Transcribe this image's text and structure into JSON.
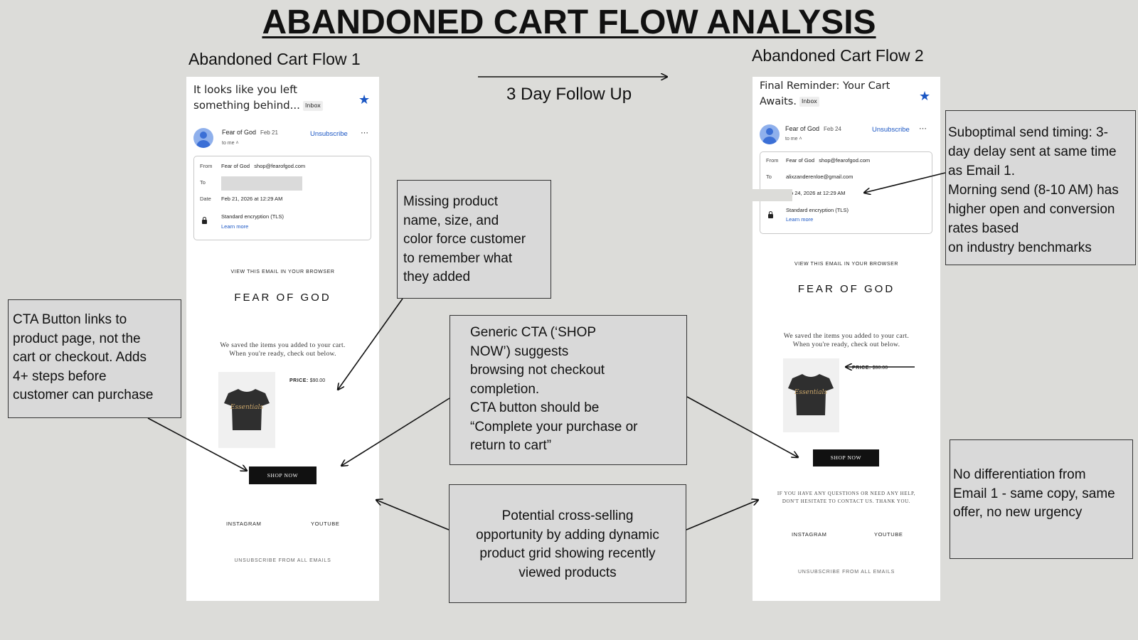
{
  "title": "ABANDONED CART FLOW ANALYSIS",
  "follow_up_label": "3 Day Follow Up",
  "flow1": {
    "heading": "Abandoned Cart Flow 1",
    "subject": "It looks like you left something behind...",
    "inbox_badge": "Inbox",
    "sender": "Fear of God",
    "sender_date": "Feb 21",
    "to_me": "to me",
    "unsubscribe": "Unsubscribe",
    "details": {
      "from_label": "From",
      "from_name": "Fear of God",
      "from_email": "shop@fearofgod.com",
      "to_label": "To",
      "date_label": "Date",
      "date_value": "Feb 21, 2026 at 12:29 AM",
      "encryption": "Standard encryption (TLS)",
      "learn_more": "Learn more"
    },
    "view_in_browser": "VIEW THIS EMAIL IN YOUR BROWSER",
    "brand": "FEAR OF GOD",
    "saved_text_line1": "We saved the items you added to your cart.",
    "saved_text_line2": "When you're ready, check out below.",
    "price_label": "PRICE:",
    "price_value": "$90.00",
    "shop_now": "SHOP NOW",
    "instagram": "INSTAGRAM",
    "youtube": "YOUTUBE",
    "unsubscribe_all": "UNSUBSCRIBE FROM ALL EMAILS"
  },
  "flow2": {
    "heading": "Abandoned Cart Flow 2",
    "subject": "Final Reminder: Your Cart Awaits.",
    "inbox_badge": "Inbox",
    "sender": "Fear of God",
    "sender_date": "Feb 24",
    "to_me": "to me",
    "unsubscribe": "Unsubscribe",
    "details": {
      "from_label": "From",
      "from_name": "Fear of God",
      "from_email": "shop@fearofgod.com",
      "to_label": "To",
      "to_value": "alixzanderenloe@gmail.com",
      "date_value": "b 24, 2026 at 12:29 AM",
      "encryption": "Standard encryption (TLS)",
      "learn_more": "Learn more"
    },
    "view_in_browser": "VIEW THIS EMAIL IN YOUR BROWSER",
    "brand": "FEAR OF GOD",
    "saved_text_line1": "We saved the items you added to your cart.",
    "saved_text_line2": "When you're ready, check out below.",
    "price_label": "PRICE:",
    "price_value": "$90.00",
    "shop_now": "SHOP NOW",
    "questions_line1": "IF YOU HAVE ANY QUESTIONS OR NEED ANY HELP,",
    "questions_line2": "DON'T HESITATE TO CONTACT US. THANK YOU.",
    "instagram": "INSTAGRAM",
    "youtube": "YOUTUBE",
    "unsubscribe_all": "UNSUBSCRIBE FROM ALL EMAILS"
  },
  "annotations": {
    "missing_product": "Missing product\nname, size, and\ncolor force customer\nto remember what\nthey added",
    "cta_links": "CTA Button links to\nproduct page, not the\ncart or checkout. Adds\n4+ steps before\ncustomer can purchase",
    "generic_cta": "Generic CTA (‘SHOP\nNOW’) suggests\nbrowsing not checkout\ncompletion.\nCTA button should be\n“Complete your purchase or\nreturn to cart”",
    "cross_sell": "Potential cross-selling\nopportunity by adding dynamic\nproduct grid showing recently\nviewed products",
    "send_timing": "Suboptimal send timing: 3-\nday delay sent at same time\nas Email 1.\nMorning send (8-10 AM) has\nhigher open and conversion\nrates based\non industry benchmarks",
    "no_diff": "No differentiation from\nEmail 1 - same copy, same\noffer, no new urgency"
  },
  "colors": {
    "background": "#dcdcd9",
    "annotation_box": "#d9d9d9",
    "link_blue": "#1a56c4",
    "button_black": "#111111"
  }
}
